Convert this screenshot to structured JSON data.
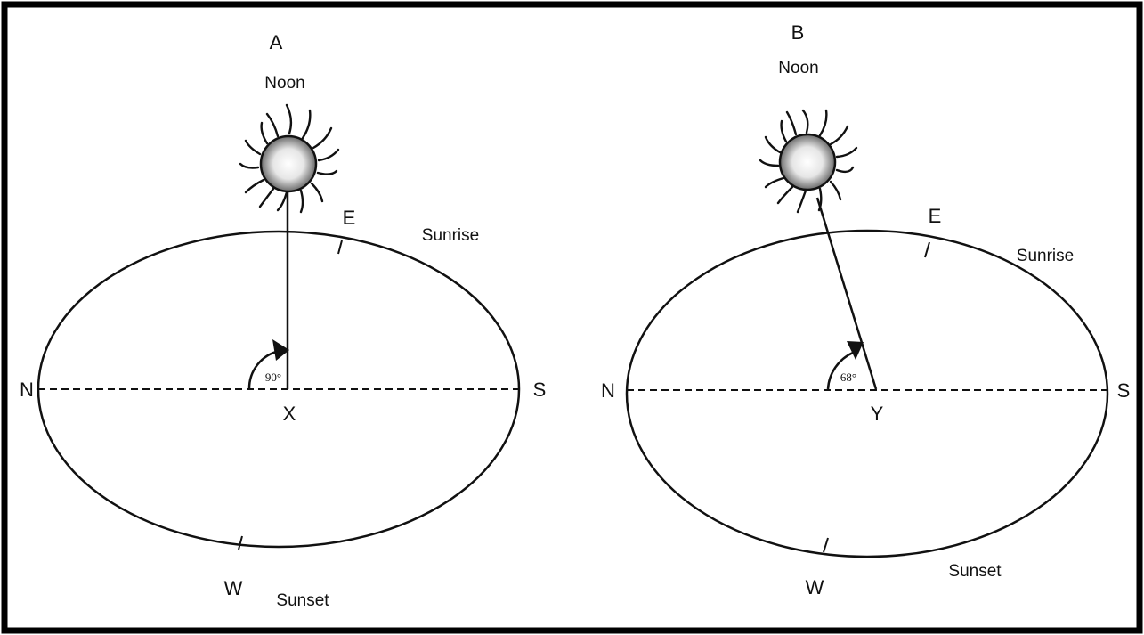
{
  "panels": [
    {
      "title": "A",
      "noon_label": "Noon",
      "east_label": "E",
      "sunrise_label": "Sunrise",
      "west_label": "W",
      "sunset_label": "Sunset",
      "north_label": "N",
      "south_label": "S",
      "point_label": "X",
      "angle_label": "90°",
      "sun_altitude_deg": 90
    },
    {
      "title": "B",
      "noon_label": "Noon",
      "east_label": "E",
      "sunrise_label": "Sunrise",
      "west_label": "W",
      "sunset_label": "Sunset",
      "north_label": "N",
      "south_label": "S",
      "point_label": "Y",
      "angle_label": "68°",
      "sun_altitude_deg": 68
    }
  ],
  "colors": {
    "line": "#111111",
    "frame": "#000000"
  },
  "icons": [
    "sun-icon",
    "angle-arrow-icon"
  ]
}
